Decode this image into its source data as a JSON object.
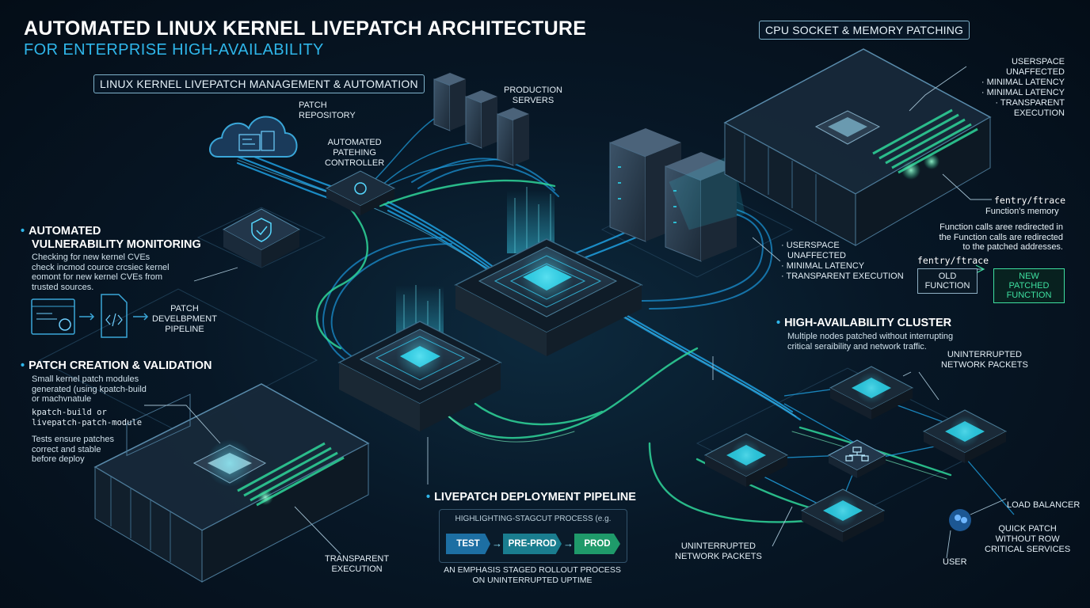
{
  "header": {
    "title": "AUTOMATED LINUX KERNEL LIVEPATCH ARCHITECTURE",
    "subtitle": "FOR ENTERPRISE HIGH-AVAILABILITY"
  },
  "management_box": "LINUX KERNEL LIVEPATCH MANAGEMENT & AUTOMATION",
  "cpu_box": "CPU SOCKET & MEMORY PATCHING",
  "labels": {
    "patch_repository": [
      "PATCH",
      "REPOSITORY"
    ],
    "production_servers": [
      "PRODUCTION",
      "SERVERS"
    ],
    "controller": [
      "AUTOMATED",
      "PATEHING",
      "CONTROLLER"
    ],
    "patch_pipeline": [
      "PATCH",
      "DEVELBPMENT",
      "PIPELINE"
    ],
    "transparent_execution": [
      "TRANSPARENT",
      "EXECUTION"
    ],
    "uninterrupted_top": [
      "UNINTERRUPTED",
      "NETWORK PACKETS"
    ],
    "uninterrupted_bottom": [
      "UNINTERRUPTED",
      "NETWORK PACKETS"
    ],
    "load_balancer": "LOAD BALANCER",
    "quick_patch": [
      "QUICK PATCH",
      "WITHOUT ROW",
      "CRITICAL SERVICES"
    ],
    "user": "USER"
  },
  "cpu_notes": {
    "list": [
      "USERSPACE UNAFFECTED",
      "· MINIMAL LATENCY",
      "· MINIMAL LATENCY",
      "· TRANSPARENT EXECUTION"
    ],
    "fentry": "fentry/ftrace",
    "functions_memory": "Function's memory",
    "redirect": [
      "Function calls aree redirected in",
      "the Function calls are redirected",
      "to the patched addresses."
    ],
    "fentry2": "fentry/ftrace",
    "old_function": [
      "OLD",
      "FUNCTION"
    ],
    "new_function": [
      "NEW PATCHED",
      "FUNCTION"
    ]
  },
  "server_notes": [
    "· USERSPACE",
    "UNAFFECTED",
    "· MINIMAL LATENCY",
    "· TRANSPARENT EXECUTION"
  ],
  "vulnerability": {
    "heading": [
      "AUTOMATED",
      "VULNERABILITY MONITORING"
    ],
    "body": [
      "Checking for new kernel CVEs",
      "check incmod cource crcsiec kernel",
      "eomont for new kernel CVEs from",
      "trusted sources."
    ]
  },
  "patch_creation": {
    "heading": "PATCH CREATION & VALIDATION",
    "body": [
      "Small kernel patch modules",
      "generated (using kpatch-build",
      "or machvnatule"
    ],
    "code": [
      "kpatch-build or",
      "livepatch-patch-module"
    ],
    "tests": [
      "Tests ensure patches",
      "correct and stable",
      "before deploy"
    ]
  },
  "ha_cluster": {
    "heading": "HIGH-AVAILABILITY CLUSTER",
    "body": [
      "Multiple nodes patched without interrupting",
      "critical seraibility and network traffic."
    ]
  },
  "pipeline": {
    "heading": "LIVEPATCH DEPLOYMENT PIPELINE",
    "caption": "HIGHLIGHTING-STAGCUT PROCESS (e.g.",
    "stages": [
      "TEST",
      "PRE-PROD",
      "PROD"
    ],
    "footer": [
      "AN EMPHASIS STAGED ROLLOUT PROCESS",
      "ON UNINTERRUPTED UPTIME"
    ]
  },
  "colors": {
    "accent_blue": "#2fb6ea",
    "accent_green": "#3ee0a0",
    "background": "#071726"
  }
}
